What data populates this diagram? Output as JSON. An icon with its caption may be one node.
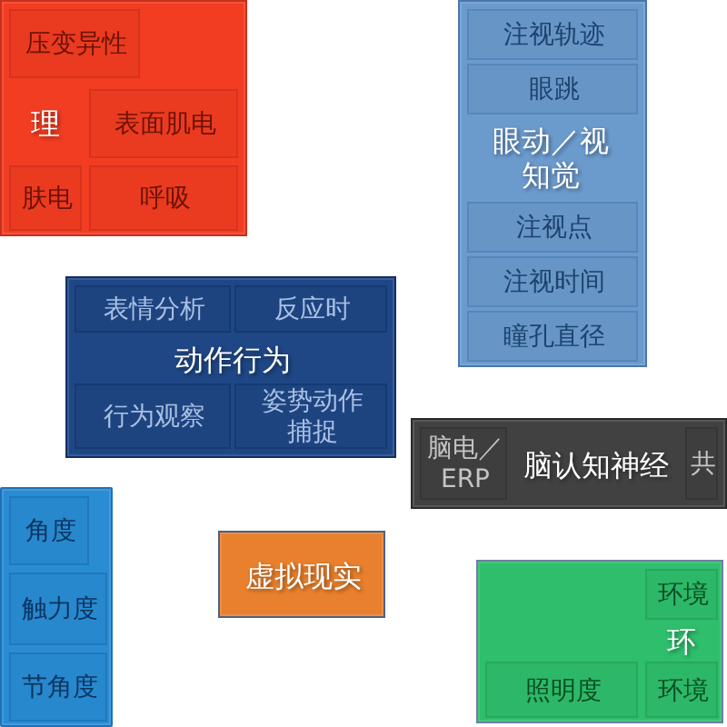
{
  "diagram": {
    "nodes": [
      {
        "text": [
          "理"
        ]
      },
      {
        "text": [
          "压变异性"
        ],
        "in": 0
      },
      {
        "text": [
          "表面肌电"
        ],
        "in": 0
      },
      {
        "text": [
          "肤电"
        ],
        "in": 0
      },
      {
        "text": [
          "呼吸"
        ],
        "in": 0
      },
      {
        "text": [
          "眼动／视知觉"
        ]
      },
      {
        "text": [
          "注视轨迹"
        ],
        "in": 5
      },
      {
        "text": [
          "眼跳"
        ],
        "in": 5
      },
      {
        "text": [
          "注视点"
        ],
        "in": 5
      },
      {
        "text": [
          "注视时间"
        ],
        "in": 5
      },
      {
        "text": [
          "瞳孔直径"
        ],
        "in": 5
      },
      {
        "text": [
          "动作行为"
        ]
      },
      {
        "text": [
          "表情分析"
        ],
        "in": 11
      },
      {
        "text": [
          "反应时"
        ],
        "in": 11
      },
      {
        "text": [
          "行为观察"
        ],
        "in": 11
      },
      {
        "text": [
          "姿势动作捕捉"
        ],
        "in": 11
      },
      {
        "text": [
          "脑认知神经"
        ]
      },
      {
        "text": [
          "脑电／ERP"
        ],
        "in": 16
      },
      {
        "text": [
          "共"
        ],
        "in": 16
      },
      {
        "text": [],
        "shape": "box"
      },
      {
        "text": [
          "角度"
        ],
        "in": 19
      },
      {
        "text": [
          "触力度"
        ],
        "in": 19
      },
      {
        "text": [
          "节角度"
        ],
        "in": 19
      },
      {
        "text": [
          "虚拟现实"
        ]
      },
      {
        "text": [
          "环"
        ]
      },
      {
        "text": [
          "环境"
        ],
        "in": 24
      },
      {
        "text": [
          "照明度"
        ],
        "in": 24
      },
      {
        "text": [
          "环境"
        ],
        "in": 24
      }
    ]
  }
}
